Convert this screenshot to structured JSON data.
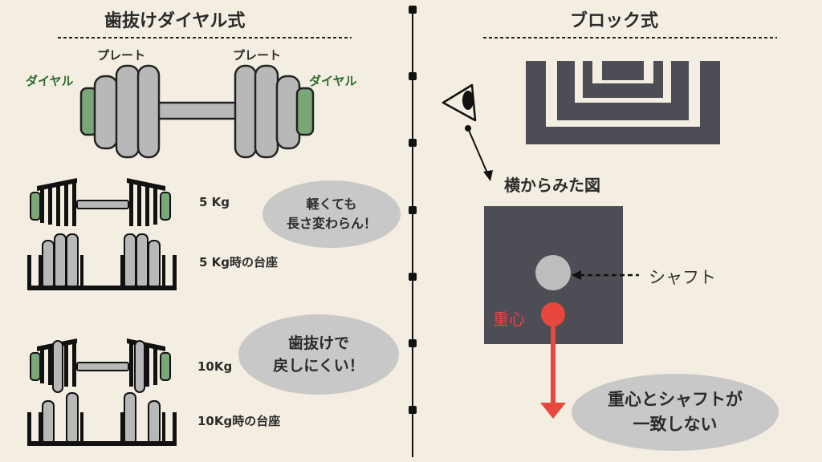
{
  "left": {
    "title": "歯抜けダイヤル式",
    "plate_left": "プレート",
    "plate_right": "プレート",
    "dial_left": "ダイヤル",
    "dial_right": "ダイヤル",
    "row1_label": "5 Kg",
    "row1_base_label": "5 Kg時の台座",
    "row1_bubble_line1": "軽くても",
    "row1_bubble_line2": "長さ変わらん！",
    "row2_label": "10Kg",
    "row2_base_label": "10Kg時の台座",
    "row2_bubble_line1": "歯抜けで",
    "row2_bubble_line2": "戻しにくい！"
  },
  "right": {
    "title": "ブロック式",
    "side_view_label": "横からみた図",
    "shaft_label": "シャフト",
    "center_of_gravity_label": "重心",
    "bubble_line1": "重心とシャフトが",
    "bubble_line2": "一致しない"
  },
  "colors": {
    "background": "#F3EEE1",
    "plate_gray": "#B8B8B8",
    "dial_green": "#7BA677",
    "block_dark": "#4D4D55",
    "accent_red": "#E8473D",
    "text_dark": "#2B2B2B",
    "text_green": "#2E6B2E",
    "bubble_gray": "#C8C8C8"
  }
}
